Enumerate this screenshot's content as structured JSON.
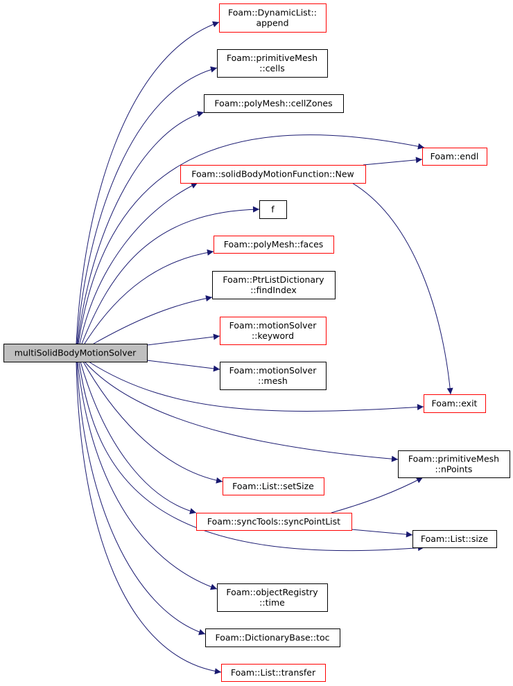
{
  "colors": {
    "edge": "#191970",
    "red_border": "#ff0000",
    "black_border": "#000000",
    "root_fill": "#bfbfbf"
  },
  "root": {
    "id": "root",
    "lines": [
      "multiSolidBodyMotionSolver"
    ]
  },
  "nodes": [
    {
      "id": "append",
      "lines": [
        "Foam::DynamicList::",
        "append"
      ],
      "border": "red"
    },
    {
      "id": "cells",
      "lines": [
        "Foam::primitiveMesh",
        "::cells"
      ],
      "border": "black"
    },
    {
      "id": "cellZones",
      "lines": [
        "Foam::polyMesh::cellZones"
      ],
      "border": "black"
    },
    {
      "id": "endl",
      "lines": [
        "Foam::endl"
      ],
      "border": "red"
    },
    {
      "id": "New",
      "lines": [
        "Foam::solidBodyMotionFunction::New"
      ],
      "border": "red"
    },
    {
      "id": "f",
      "lines": [
        "f"
      ],
      "border": "black"
    },
    {
      "id": "faces",
      "lines": [
        "Foam::polyMesh::faces"
      ],
      "border": "red"
    },
    {
      "id": "findIndex",
      "lines": [
        "Foam::PtrListDictionary",
        "::findIndex"
      ],
      "border": "black"
    },
    {
      "id": "keyword",
      "lines": [
        "Foam::motionSolver",
        "::keyword"
      ],
      "border": "red"
    },
    {
      "id": "mesh",
      "lines": [
        "Foam::motionSolver",
        "::mesh"
      ],
      "border": "black"
    },
    {
      "id": "exit",
      "lines": [
        "Foam::exit"
      ],
      "border": "red"
    },
    {
      "id": "nPoints",
      "lines": [
        "Foam::primitiveMesh",
        "::nPoints"
      ],
      "border": "black"
    },
    {
      "id": "setSize",
      "lines": [
        "Foam::List::setSize"
      ],
      "border": "red"
    },
    {
      "id": "syncPointList",
      "lines": [
        "Foam::syncTools::syncPointList"
      ],
      "border": "red"
    },
    {
      "id": "size",
      "lines": [
        "Foam::List::size"
      ],
      "border": "black"
    },
    {
      "id": "time",
      "lines": [
        "Foam::objectRegistry",
        "::time"
      ],
      "border": "black"
    },
    {
      "id": "toc",
      "lines": [
        "Foam::DictionaryBase::toc"
      ],
      "border": "black"
    },
    {
      "id": "transfer",
      "lines": [
        "Foam::List::transfer"
      ],
      "border": "red"
    }
  ],
  "edges": [
    [
      "root",
      "append"
    ],
    [
      "root",
      "cells"
    ],
    [
      "root",
      "cellZones"
    ],
    [
      "root",
      "endl"
    ],
    [
      "root",
      "New"
    ],
    [
      "root",
      "f"
    ],
    [
      "root",
      "faces"
    ],
    [
      "root",
      "findIndex"
    ],
    [
      "root",
      "keyword"
    ],
    [
      "root",
      "mesh"
    ],
    [
      "root",
      "exit"
    ],
    [
      "root",
      "nPoints"
    ],
    [
      "root",
      "setSize"
    ],
    [
      "root",
      "syncPointList"
    ],
    [
      "root",
      "size"
    ],
    [
      "root",
      "time"
    ],
    [
      "root",
      "toc"
    ],
    [
      "root",
      "transfer"
    ],
    [
      "New",
      "endl"
    ],
    [
      "New",
      "exit"
    ],
    [
      "syncPointList",
      "nPoints"
    ],
    [
      "syncPointList",
      "size"
    ]
  ]
}
